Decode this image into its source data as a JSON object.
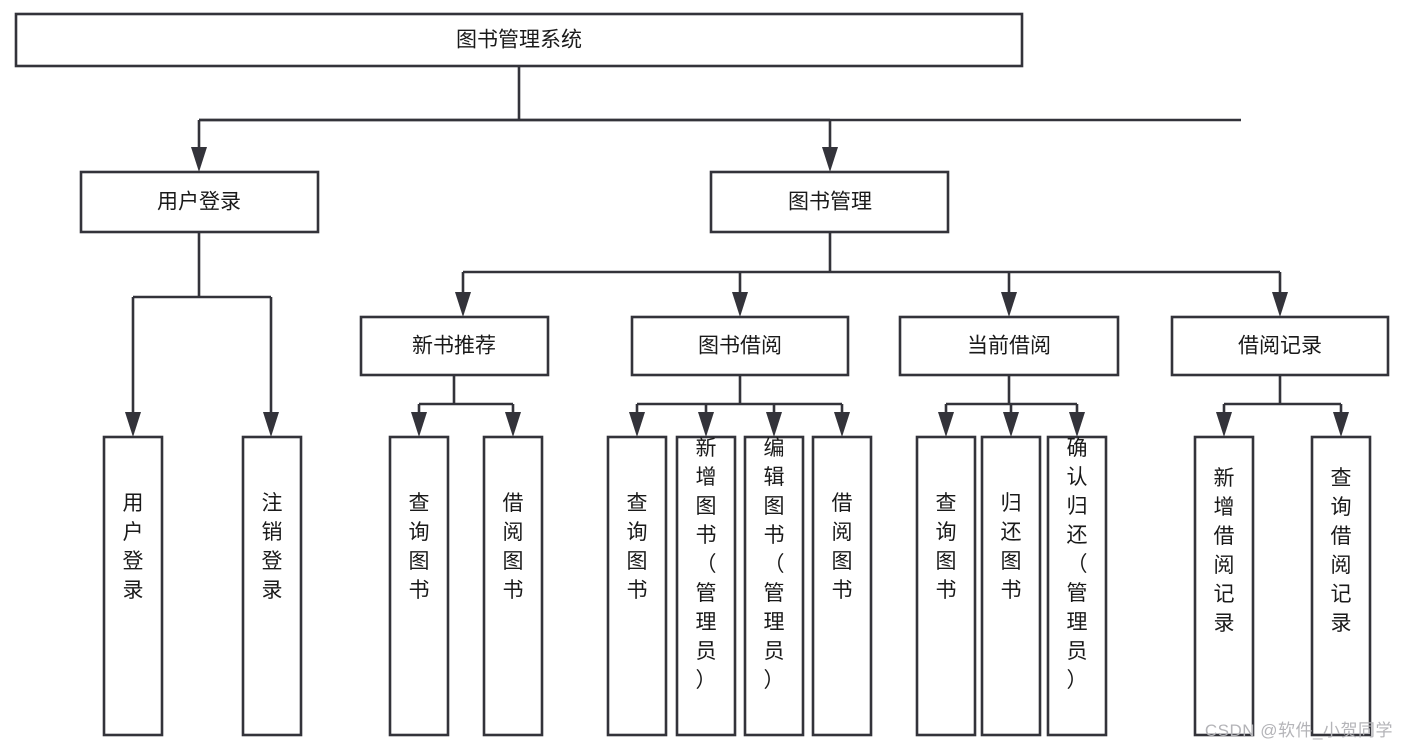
{
  "diagram": {
    "type": "tree",
    "title": "图书管理系统",
    "orientation": "top-down",
    "colors": {
      "box_fill": "#ffffff",
      "box_stroke": "#33333a",
      "text": "#1a1a1a",
      "background": "#ffffff",
      "watermark": "#b4b4b8"
    },
    "levels": {
      "root": "图书管理系统",
      "level2": [
        "用户登录",
        "图书管理"
      ],
      "level3": [
        "新书推荐",
        "图书借阅",
        "当前借阅",
        "借阅记录"
      ]
    },
    "nodes": {
      "root": {
        "label": "图书管理系统",
        "level": 1,
        "orientation": "horizontal"
      },
      "user_login": {
        "label": "用户登录",
        "level": 2,
        "orientation": "horizontal",
        "parent": "图书管理系统"
      },
      "book_manage": {
        "label": "图书管理",
        "level": 2,
        "orientation": "horizontal",
        "parent": "图书管理系统"
      },
      "new_book_rec": {
        "label": "新书推荐",
        "level": 3,
        "orientation": "horizontal",
        "parent": "图书管理"
      },
      "book_borrow": {
        "label": "图书借阅",
        "level": 3,
        "orientation": "horizontal",
        "parent": "图书管理"
      },
      "current_borrow": {
        "label": "当前借阅",
        "level": 3,
        "orientation": "horizontal",
        "parent": "图书管理"
      },
      "borrow_record": {
        "label": "借阅记录",
        "level": 3,
        "orientation": "horizontal",
        "parent": "图书管理"
      },
      "leaf_user_login": {
        "label": "用户登录",
        "level": 3,
        "orientation": "vertical",
        "parent": "用户登录"
      },
      "leaf_logout": {
        "label": "注销登录",
        "level": 3,
        "orientation": "vertical",
        "parent": "用户登录"
      },
      "leaf_query_book_1": {
        "label": "查询图书",
        "level": 4,
        "orientation": "vertical",
        "parent": "新书推荐"
      },
      "leaf_borrow_book_1": {
        "label": "借阅图书",
        "level": 4,
        "orientation": "vertical",
        "parent": "新书推荐"
      },
      "leaf_query_book_2": {
        "label": "查询图书",
        "level": 4,
        "orientation": "vertical",
        "parent": "图书借阅"
      },
      "leaf_add_book": {
        "label": "新增图书（管理员）",
        "level": 4,
        "orientation": "vertical",
        "parent": "图书借阅"
      },
      "leaf_edit_book": {
        "label": "编辑图书（管理员）",
        "level": 4,
        "orientation": "vertical",
        "parent": "图书借阅"
      },
      "leaf_borrow_book_2": {
        "label": "借阅图书",
        "level": 4,
        "orientation": "vertical",
        "parent": "图书借阅"
      },
      "leaf_query_book_3": {
        "label": "查询图书",
        "level": 4,
        "orientation": "vertical",
        "parent": "当前借阅"
      },
      "leaf_return_book": {
        "label": "归还图书",
        "level": 4,
        "orientation": "vertical",
        "parent": "当前借阅"
      },
      "leaf_confirm_return": {
        "label": "确认归还（管理员）",
        "level": 4,
        "orientation": "vertical",
        "parent": "当前借阅"
      },
      "leaf_add_record": {
        "label": "新增借阅记录",
        "level": 4,
        "orientation": "vertical",
        "parent": "借阅记录"
      },
      "leaf_query_record": {
        "label": "查询借阅记录",
        "level": 4,
        "orientation": "vertical",
        "parent": "借阅记录"
      }
    }
  },
  "watermark": {
    "text": "CSDN @软件_小贺同学"
  }
}
